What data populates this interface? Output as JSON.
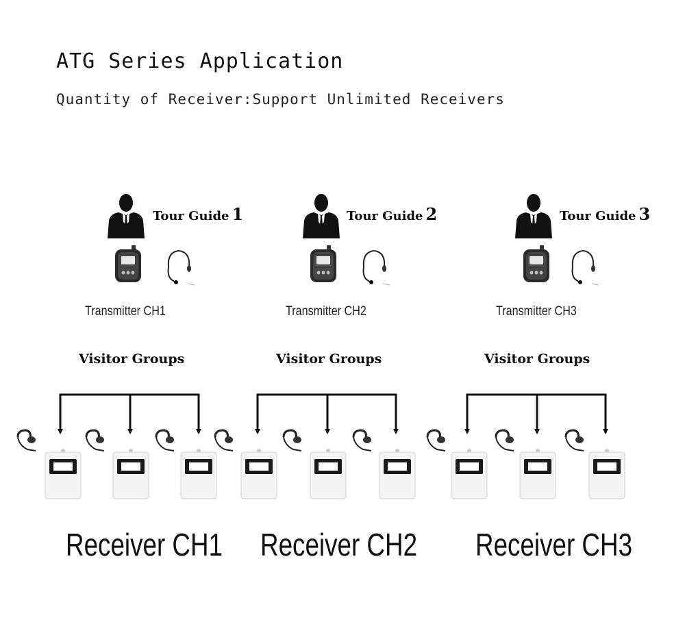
{
  "header": {
    "title": "ATG Series Application",
    "subtitle": "Quantity of Receiver:Support Unlimited Receivers"
  },
  "channels": [
    {
      "guide_label": "Tour Guide",
      "guide_number": "1",
      "transmitter_label": "Transmitter CH1",
      "group_label": "Visitor Groups",
      "receiver_label": "Receiver CH1"
    },
    {
      "guide_label": "Tour Guide",
      "guide_number": "2",
      "transmitter_label": "Transmitter CH2",
      "group_label": "Visitor Groups",
      "receiver_label": "Receiver CH2"
    },
    {
      "guide_label": "Tour Guide",
      "guide_number": "3",
      "transmitter_label": "Transmitter CH3",
      "group_label": "Visitor Groups",
      "receiver_label": "Receiver CH3"
    }
  ],
  "colors": {
    "person": "#111111",
    "device_body": "#f4f4f4",
    "device_outline": "#d0d0d0",
    "screen": "#1a1a1a",
    "bracket": "#111111"
  }
}
